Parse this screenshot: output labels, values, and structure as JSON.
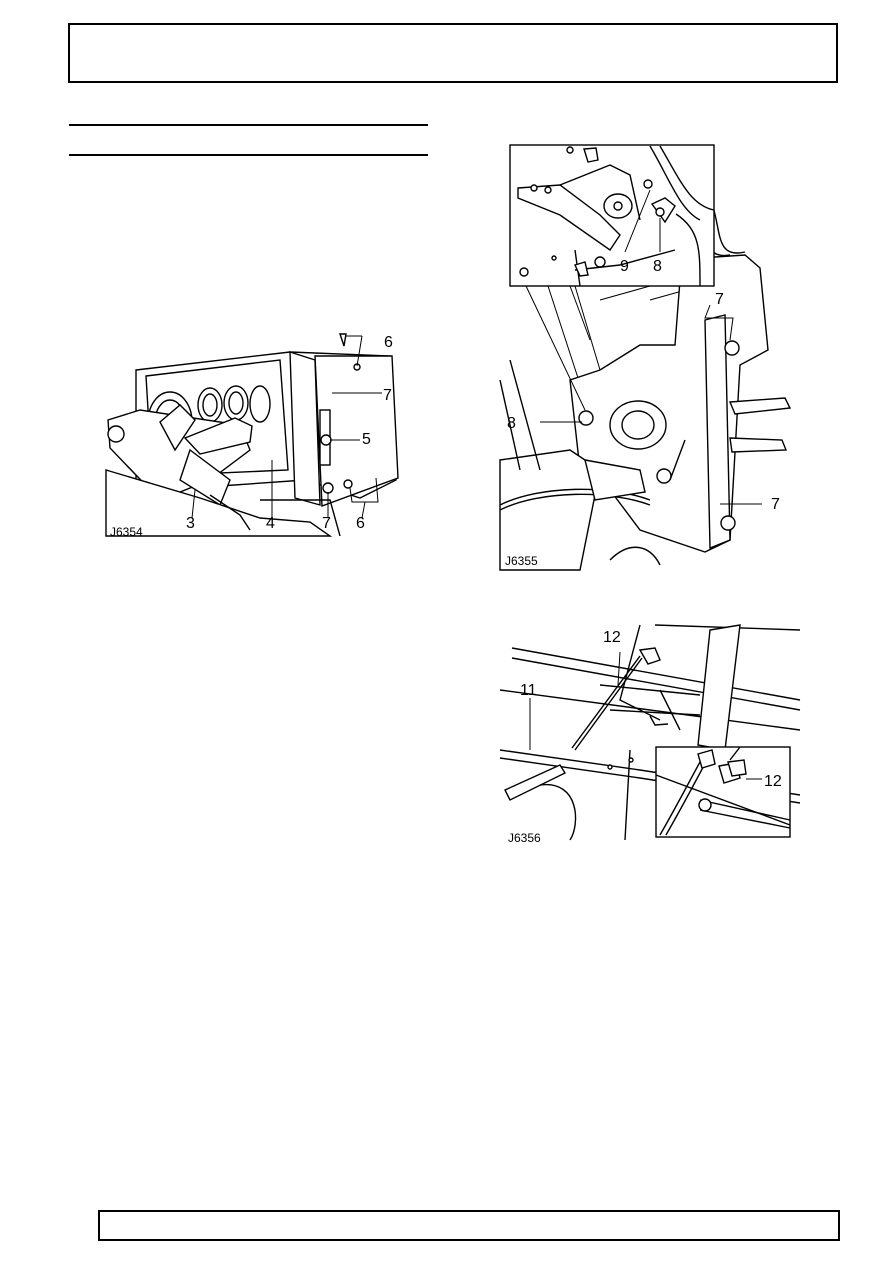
{
  "figures": {
    "j6354": {
      "code": "J6354",
      "callouts": {
        "c6_top": "6",
        "c7_top": "7",
        "c5": "5",
        "c3": "3",
        "c4": "4",
        "c7_bottom": "7",
        "c6_bottom": "6"
      }
    },
    "j6355": {
      "code": "J6355",
      "callouts": {
        "c9": "9",
        "c8_inset": "8",
        "c7_top": "7",
        "c8_left": "8",
        "c7_bottom": "7"
      }
    },
    "j6356": {
      "code": "J6356",
      "callouts": {
        "c12_top": "12",
        "c11": "11",
        "c12_inset": "12"
      }
    }
  }
}
